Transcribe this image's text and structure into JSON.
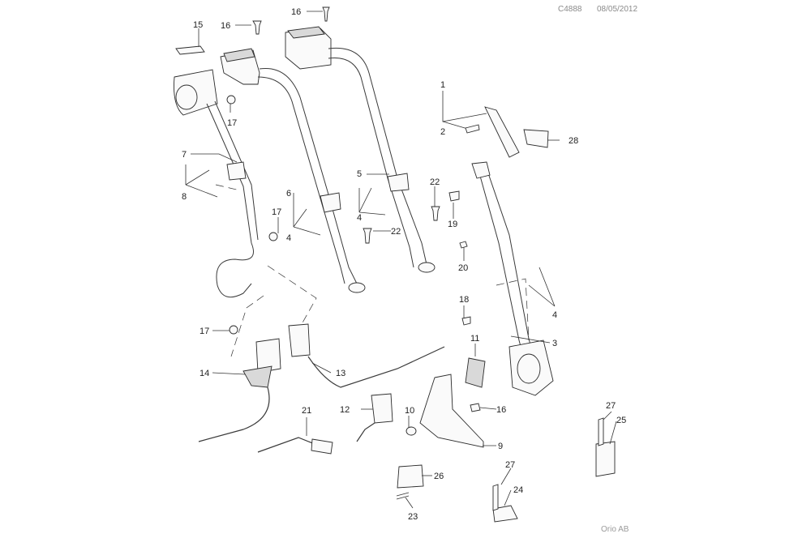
{
  "header": {
    "ref": "C4888",
    "date": "08/05/2012"
  },
  "footer": {
    "copyright": "Orio AB"
  },
  "callouts": [
    "1",
    "2",
    "3",
    "4",
    "4",
    "4",
    "4",
    "5",
    "6",
    "7",
    "8",
    "9",
    "10",
    "11",
    "12",
    "13",
    "14",
    "15",
    "16",
    "16",
    "16",
    "17",
    "17",
    "17",
    "18",
    "19",
    "20",
    "21",
    "22",
    "22",
    "23",
    "24",
    "25",
    "26",
    "27",
    "27",
    "28"
  ]
}
